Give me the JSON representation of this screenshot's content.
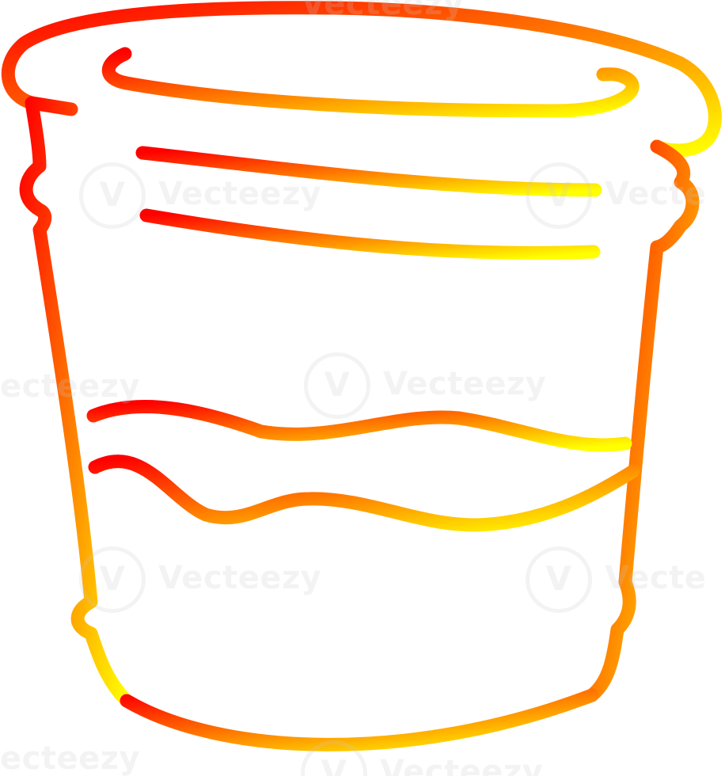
{
  "image": {
    "subject_icon": "bucket-with-water-icon",
    "gradient": {
      "start": "#ff0000",
      "mid": "#ff8a00",
      "end": "#ffff00"
    }
  },
  "watermark": {
    "text": "Vecteezy",
    "text_partial_left": "ecteezy",
    "text_partial_right": "Vecte",
    "glyph": "V"
  }
}
